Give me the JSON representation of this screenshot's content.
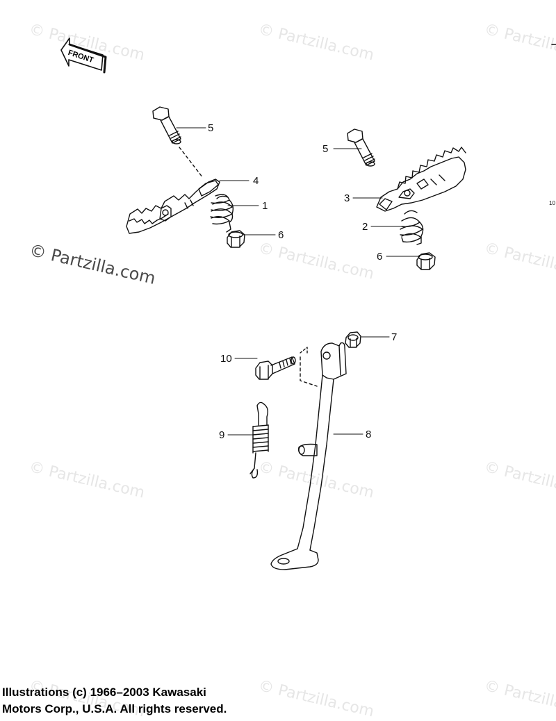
{
  "watermark": {
    "text": "© Partzilla.com"
  },
  "front_arrow": {
    "label": "FRONT"
  },
  "callouts": {
    "c1": "1",
    "c2": "2",
    "c3": "3",
    "c4": "4",
    "c5a": "5",
    "c5b": "5",
    "c6a": "6",
    "c6b": "6",
    "c7": "7",
    "c8": "8",
    "c9": "9",
    "c10": "10",
    "edge_mark": "10"
  },
  "copyright": {
    "text": "Illustrations (c) 1966–2003 Kawasaki\nMotors Corp., U.S.A.  All rights reserved."
  }
}
